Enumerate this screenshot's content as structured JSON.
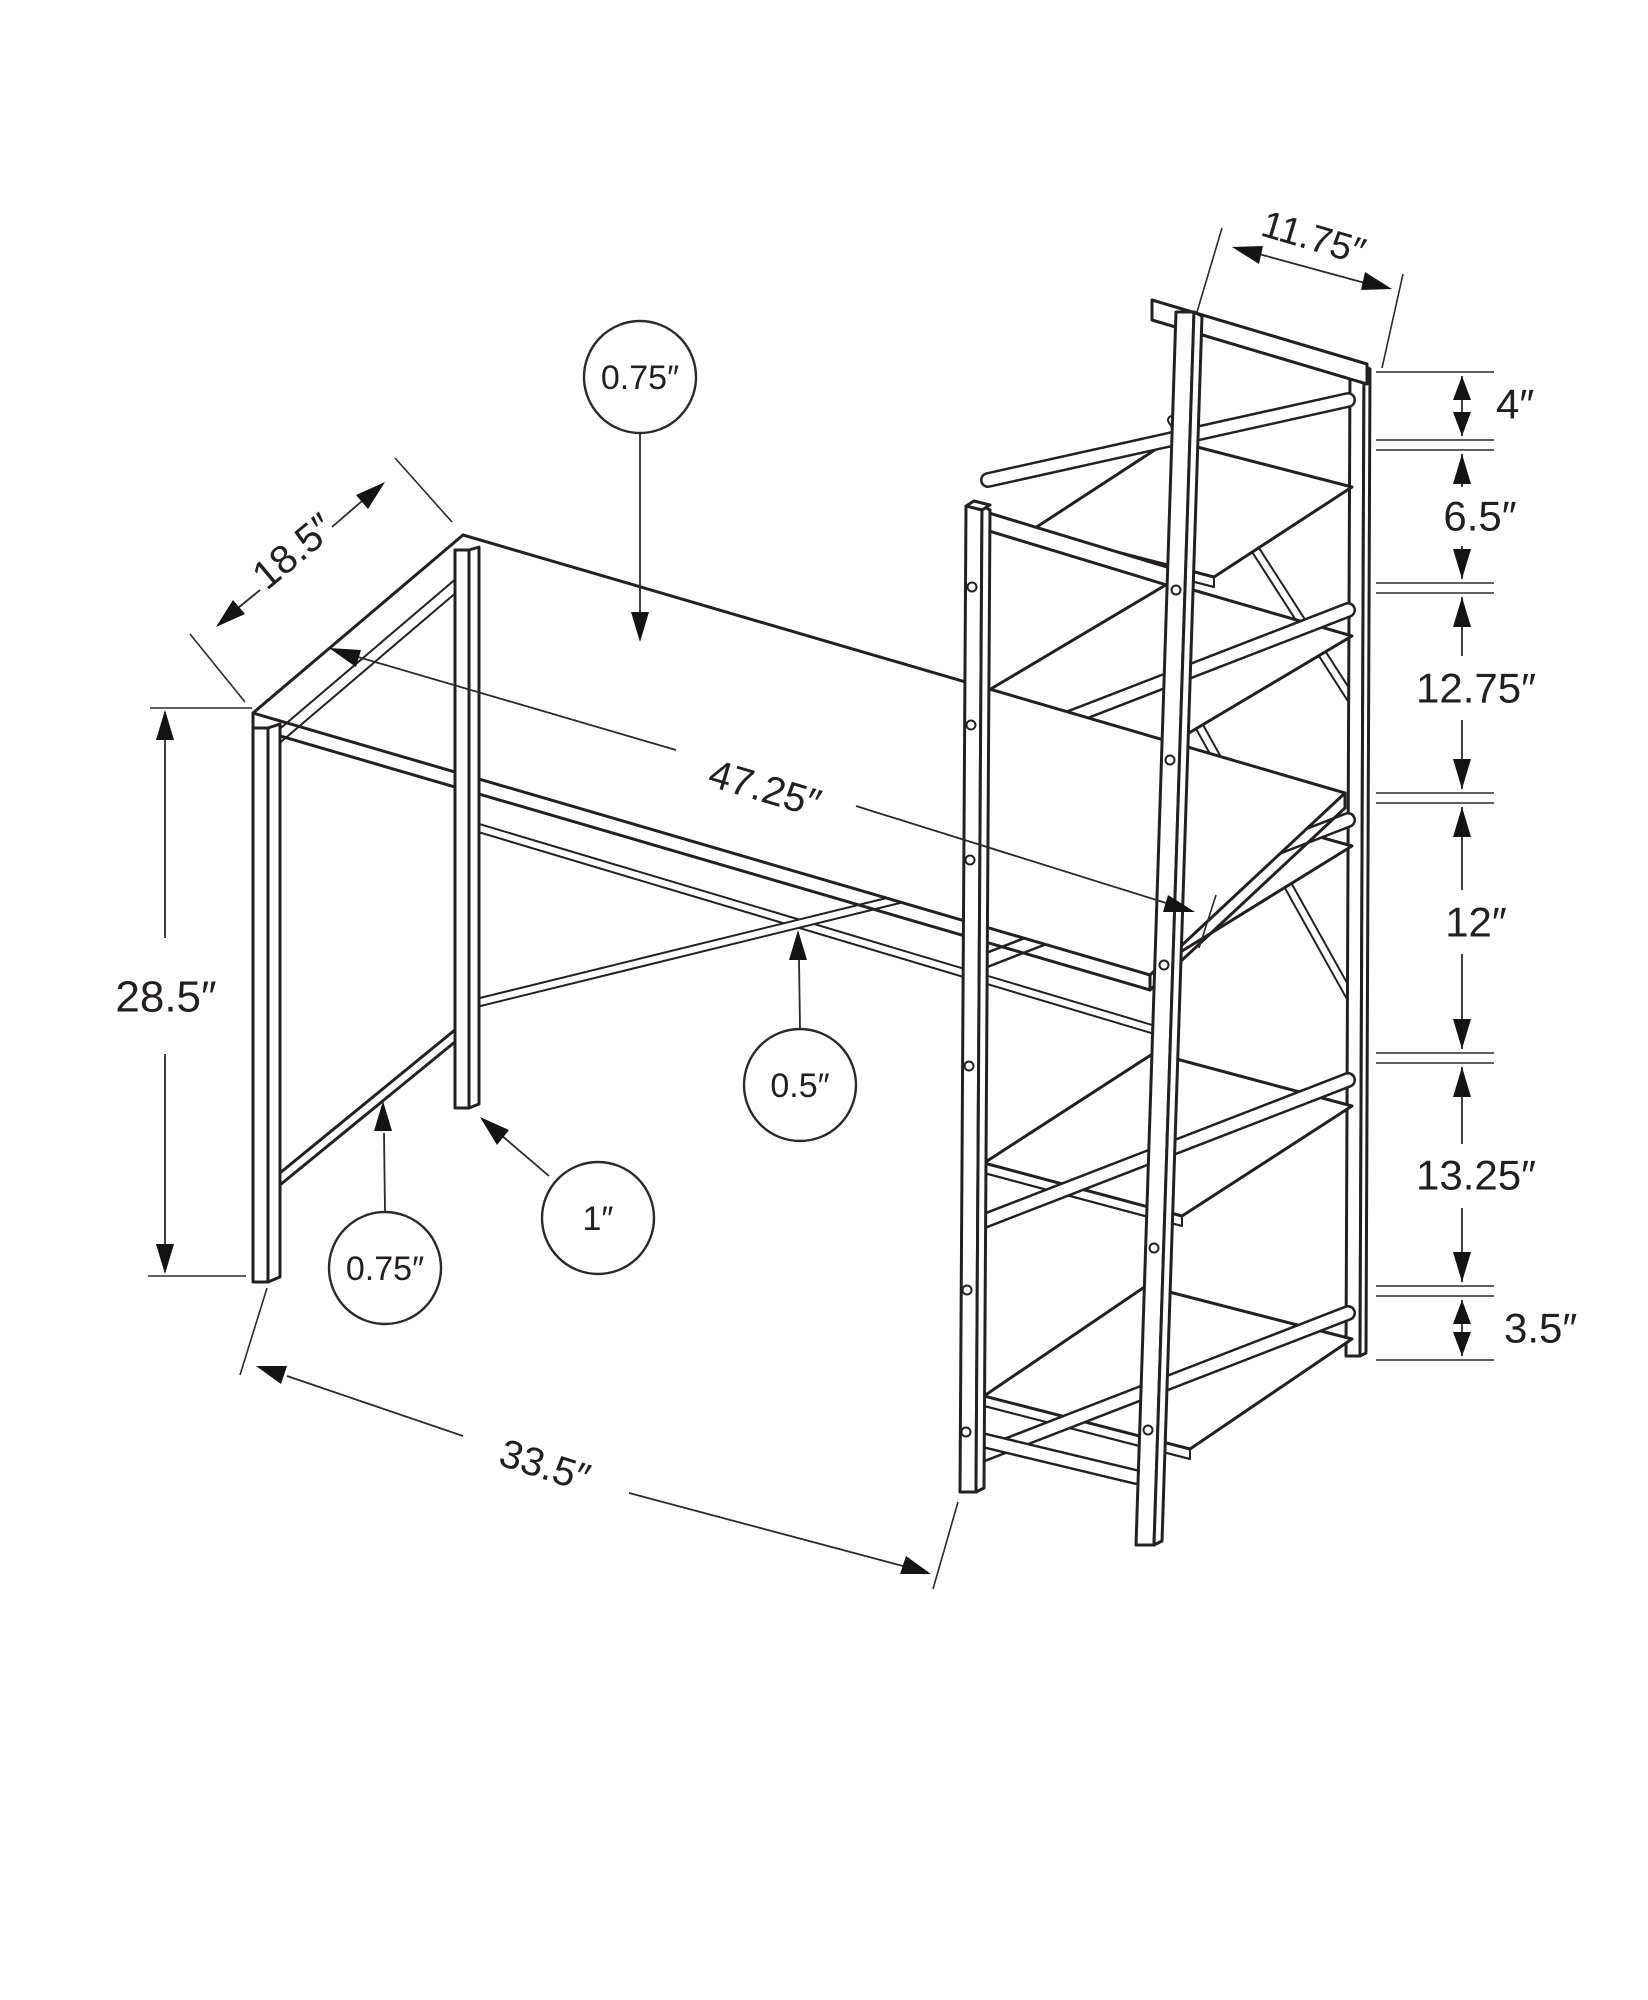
{
  "colors": {
    "line": "#231f20",
    "background": "#ffffff"
  },
  "labels": {
    "shelf_depth": "11.75″",
    "right_stack": [
      "4″",
      "6.5″",
      "12.75″",
      "12″",
      "13.25″",
      "3.5″"
    ],
    "desk_depth": "18.5″",
    "desk_height": "28.5″",
    "base_span": "33.5″",
    "desktop_length": "47.25″",
    "callout_desktop_thickness": "0.75″",
    "callout_brace_tube": "0.5″",
    "callout_leg_tube": "1″",
    "callout_stretcher_tube": "0.75″"
  }
}
